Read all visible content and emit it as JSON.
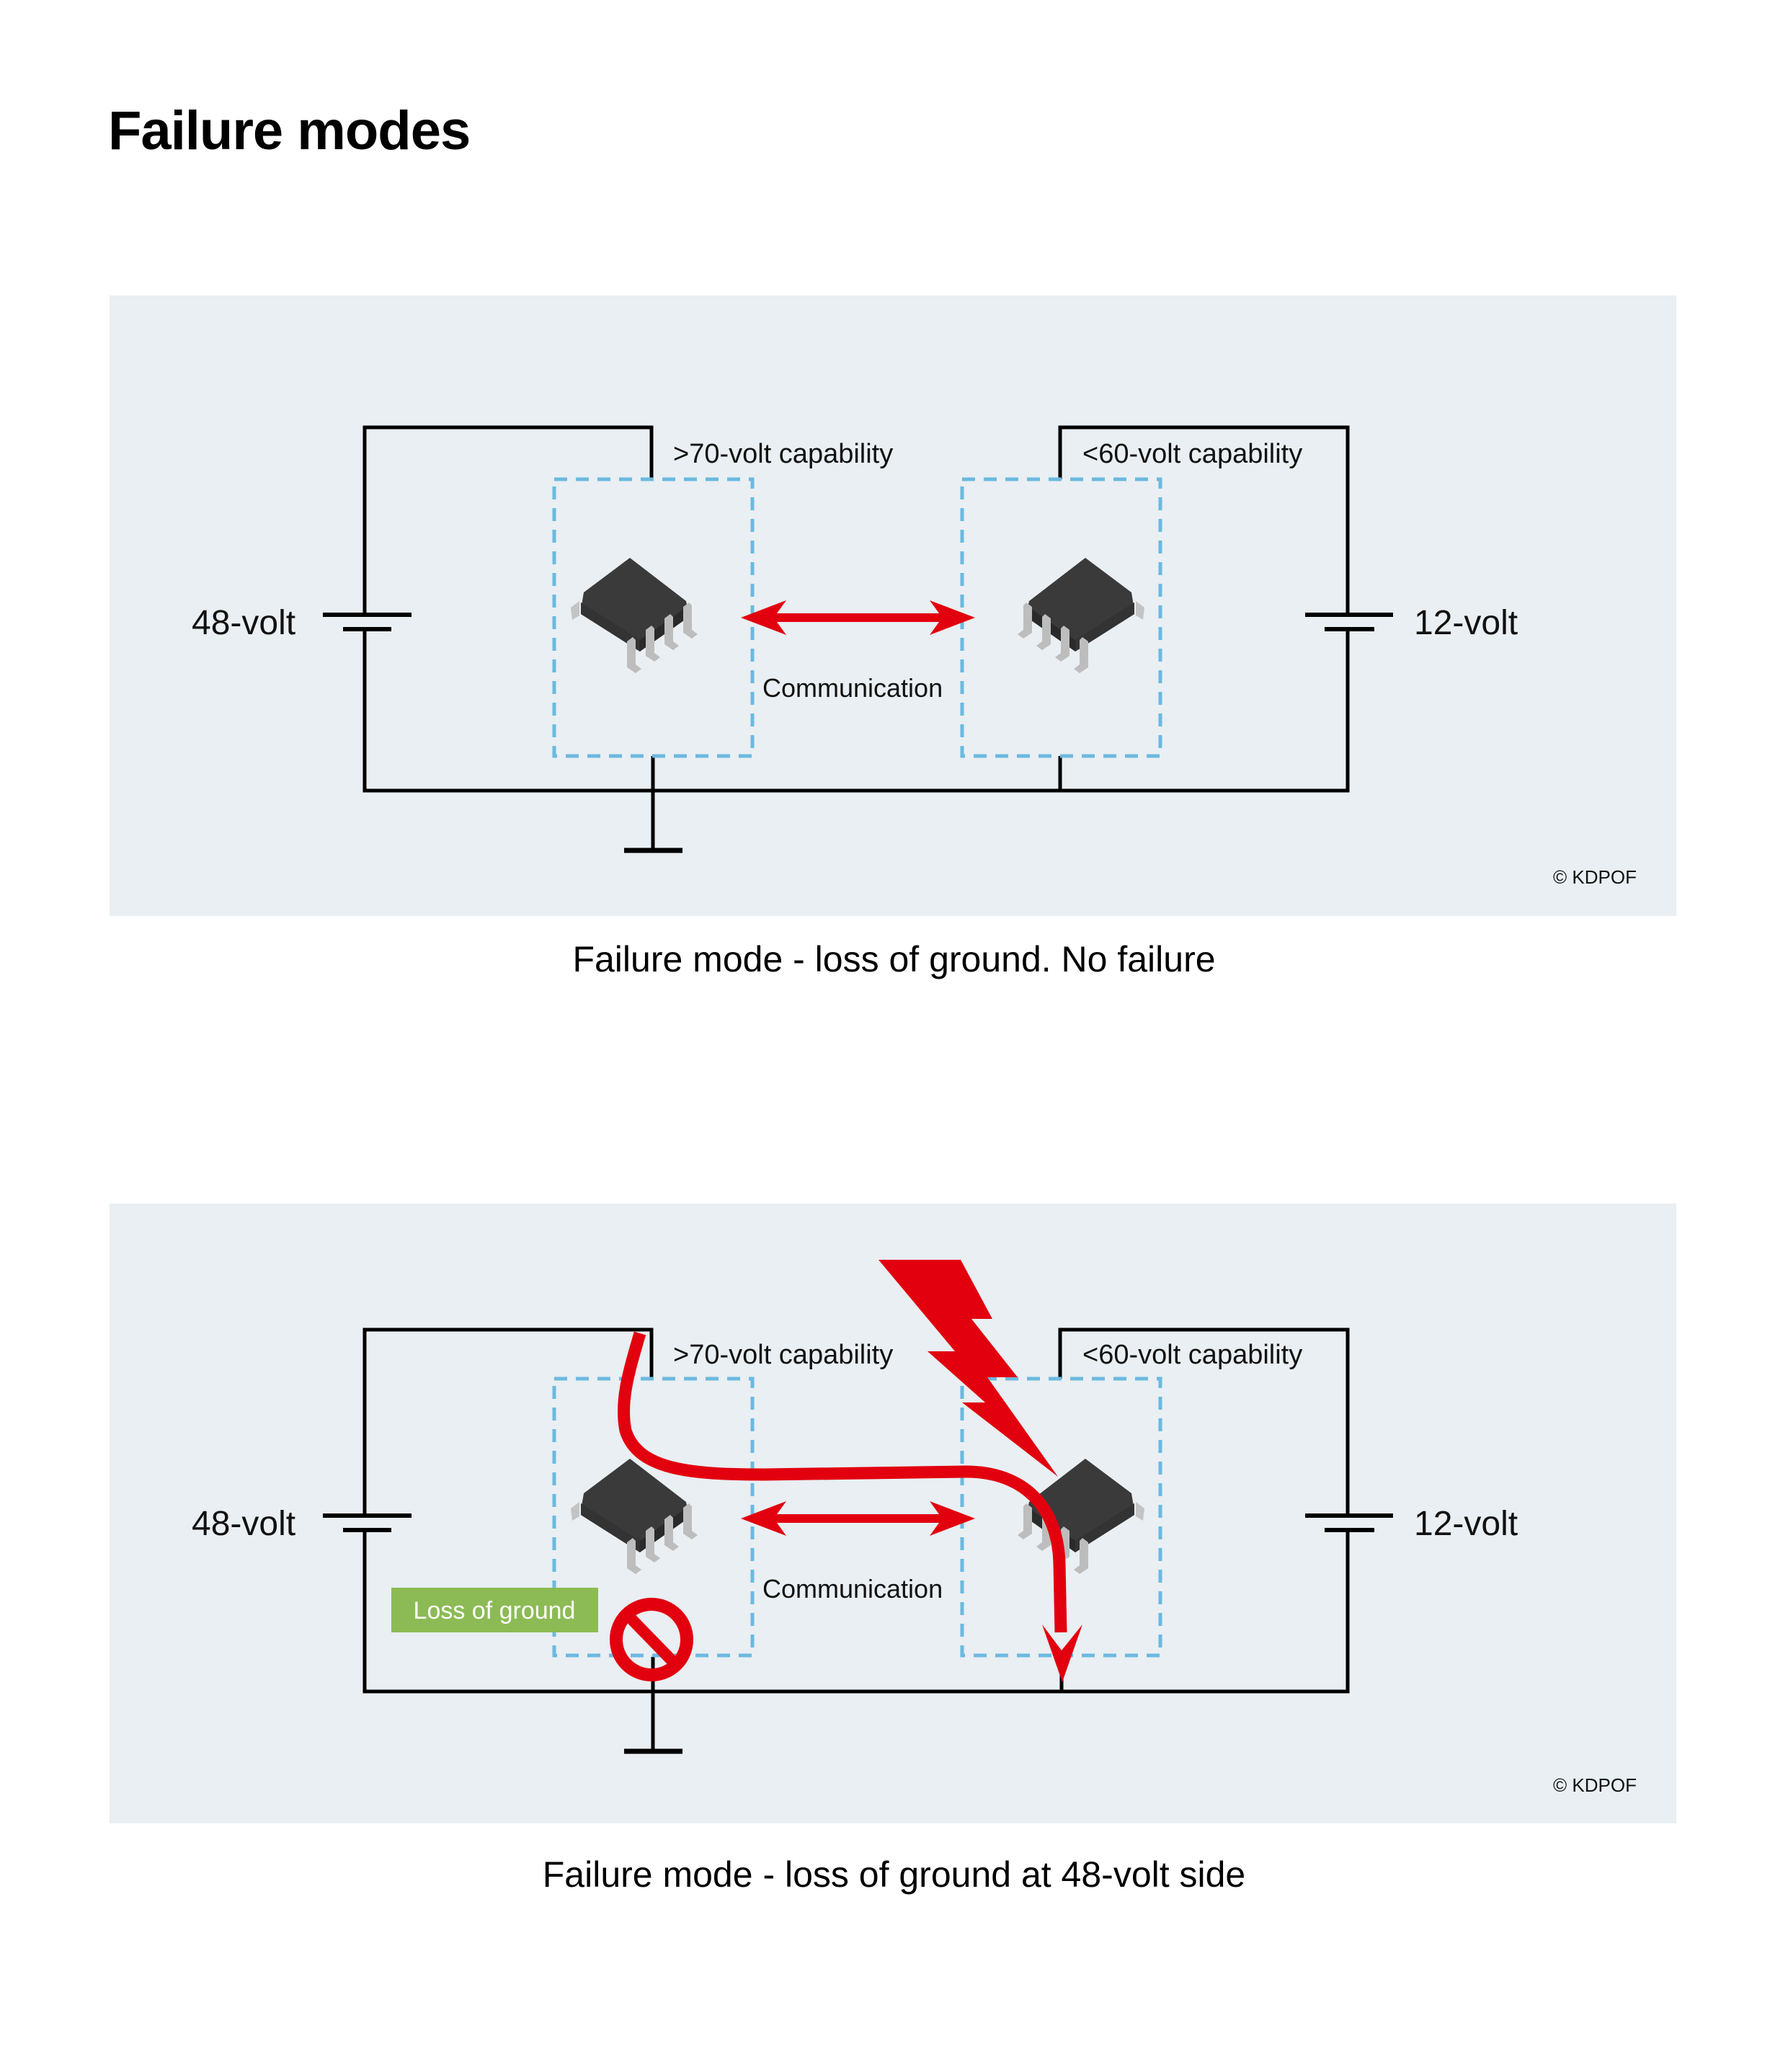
{
  "page": {
    "title": "Failure modes"
  },
  "colors": {
    "panel_bg": "#e9eff2",
    "wire": "#000000",
    "dashed_box": "#6cb9e0",
    "alert_red": "#e2000f",
    "chip_body": "#3a3a3a",
    "chip_pins": "#b8b8b8",
    "loss_label_bg": "#8cbb55",
    "loss_label_text": "#ffffff"
  },
  "diagrams": [
    {
      "id": "no-failure",
      "left_battery_label": "48-volt",
      "right_battery_label": "12-volt",
      "left_device_label": ">70-volt capability",
      "right_device_label": "<60-volt capability",
      "link_label": "Communication",
      "copyright": "© KDPOF",
      "caption": "Failure mode - loss of ground. No failure",
      "fault": false
    },
    {
      "id": "loss-of-ground-48v",
      "left_battery_label": "48-volt",
      "right_battery_label": "12-volt",
      "left_device_label": ">70-volt capability",
      "right_device_label": "<60-volt capability",
      "link_label": "Communication",
      "copyright": "© KDPOF",
      "caption": "Failure mode - loss of ground at 48-volt side",
      "fault": true,
      "fault_label": "Loss of ground",
      "fault_icons": [
        "no-entry-icon",
        "lightning-bolt-icon",
        "fault-current-arrow"
      ]
    }
  ]
}
